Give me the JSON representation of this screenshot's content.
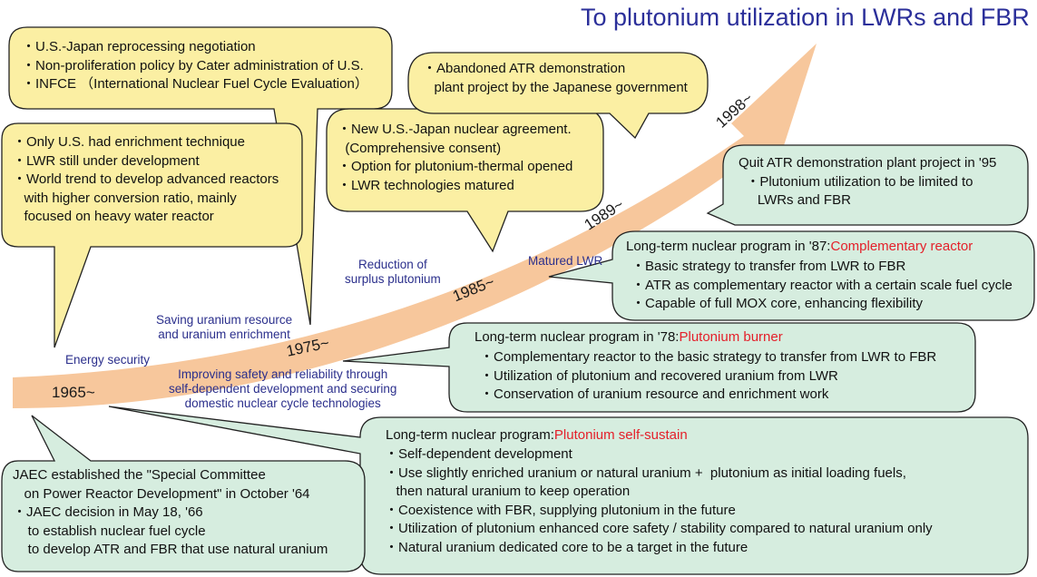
{
  "title": "To plutonium utilization in LWRs and FBR",
  "timeline": {
    "years": [
      "1965~",
      "1975~",
      "1985~",
      "1989~",
      "1998~"
    ],
    "labels": {
      "energy_security": "Energy security",
      "saving_uranium": "Saving uranium resource\nand uranium enrichment",
      "improving_safety": "Improving safety and reliability through\nself-dependent development and securing\ndomestic nuclear cycle technologies",
      "reduction_surplus": "Reduction of\nsurplus plutonium",
      "matured_lwr": "Matured LWR"
    }
  },
  "yellow_boxes": {
    "box_1970s_politics": "・U.S.-Japan reprocessing negotiation\n・Non-proliferation policy by Cater administration of U.S.\n・INFCE （International Nuclear Fuel Cycle Evaluation）",
    "box_1965_context": "・Only U.S. had enrichment technique\n・LWR still under development\n・World trend to develop advanced reactors\n   with higher conversion ratio, mainly\n   focused on heavy water reactor",
    "box_1985_agreement": "・New U.S.-Japan nuclear agreement.\n  (Comprehensive consent)\n・Option for plutonium-thermal opened\n・LWR technologies matured",
    "box_1998_abandoned": "・Abandoned ATR demonstration\n   plant project by the Japanese government"
  },
  "green_boxes": {
    "quit_atr": {
      "lines": "Quit ATR demonstration plant project in '95\n  ・Plutonium utilization to be limited to\n     LWRs and FBR"
    },
    "program_87": {
      "heading": "Long-term nuclear program in '87:",
      "highlight": "Complementary reactor",
      "lines": "・Basic strategy to transfer from LWR to FBR\n・ATR as complementary reactor with a certain scale fuel cycle\n・Capable of full MOX core, enhancing flexibility"
    },
    "program_78": {
      "heading": "Long-term nuclear program in '78:",
      "highlight": "Plutonium burner",
      "lines": "・Complementary reactor to the basic strategy to transfer from LWR to FBR\n・Utilization of plutonium and recovered uranium from LWR\n・Conservation of uranium resource and enrichment work"
    },
    "program_base": {
      "heading": "Long-term nuclear program:",
      "highlight": "Plutonium self-sustain",
      "lines": "・Self-dependent development\n・Use slightly enriched uranium or natural uranium +  plutonium as initial loading fuels,\n   then natural uranium to keep operation\n・Coexistence with FBR, supplying plutonium in the future\n・Utilization of plutonium enhanced core safety / stability compared to natural uranium only\n・Natural uranium dedicated core to be a target in the future"
    },
    "jaec": {
      "lines": "JAEC established the \"Special Committee\n   on Power Reactor Development\" in October '64\n・JAEC decision in May 18, '66\n    to establish nuclear fuel cycle\n    to develop ATR and FBR that use natural uranium"
    }
  },
  "colors": {
    "yellow_fill": "#fbefa3",
    "green_fill": "#d6eddf",
    "arrow": "#f7c79c",
    "title_blue": "#2b2f9a",
    "label_blue": "#2b2f8c",
    "highlight_red": "#e4202a"
  }
}
